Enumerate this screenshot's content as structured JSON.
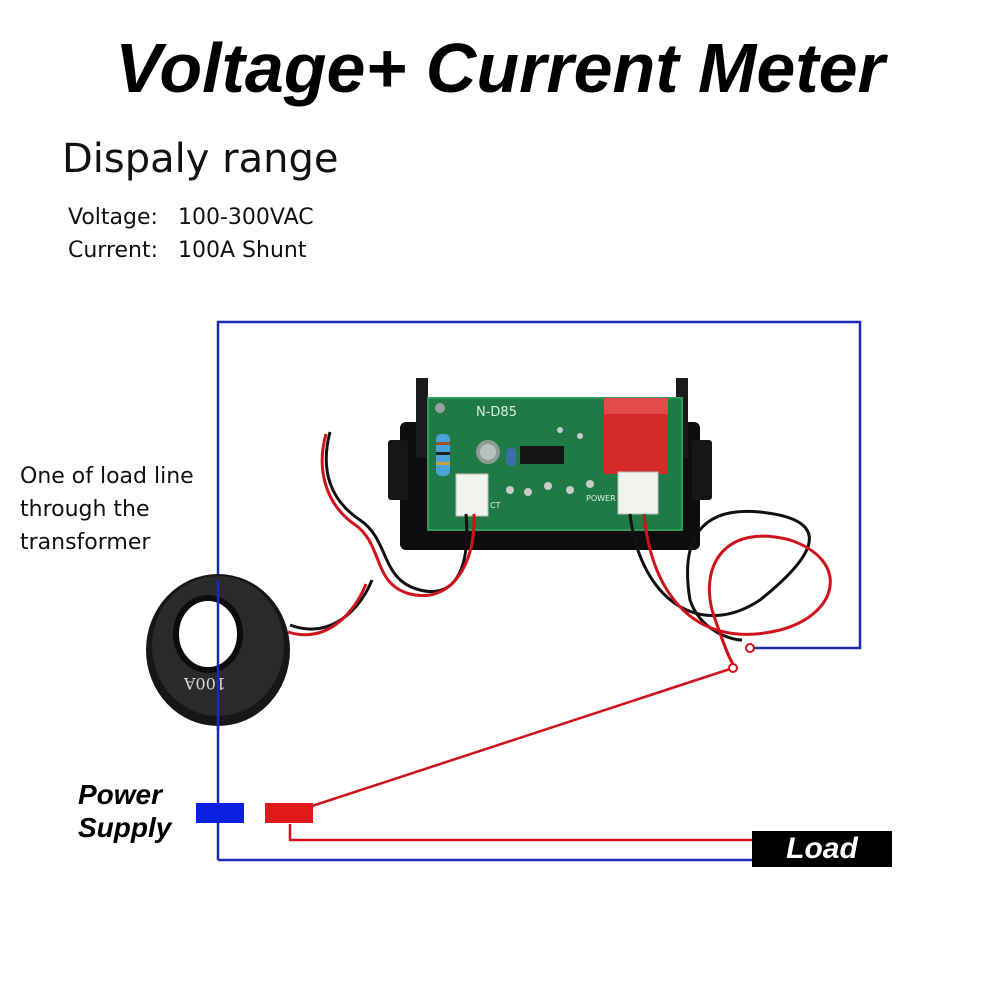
{
  "header": {
    "title": "Voltage+ Current Meter",
    "subtitle": "Dispaly range"
  },
  "specs": [
    {
      "label": "Voltage:",
      "value": "100-300VAC"
    },
    {
      "label": "Current:",
      "value": "100A Shunt"
    }
  ],
  "annotation": {
    "transformer_note_lines": [
      "One of load line",
      "through the",
      "transformer"
    ]
  },
  "diagram": {
    "power_supply_label_lines": [
      "Power",
      "Supply"
    ],
    "load_label": "Load",
    "transformer_marking": "100A",
    "board_label": "N-D85",
    "connector_ct_label": "CT",
    "connector_power_label": "POWER",
    "colors": {
      "neutral_wire": "#1a2bb5",
      "live_wire": "#d0121b",
      "terminal_blue": "#0a22e0",
      "terminal_red": "#e01a1a",
      "pcb_green": "#1f7a45",
      "capacitor_red": "#d42a2a"
    }
  }
}
